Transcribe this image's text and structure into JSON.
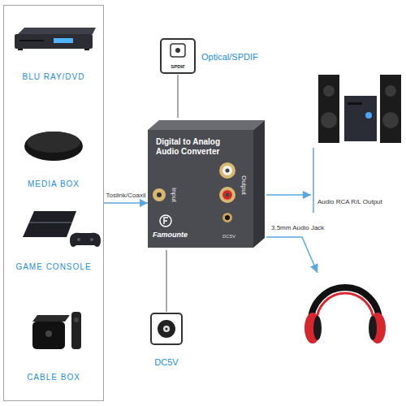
{
  "diagram": {
    "nodes": [
      {
        "text": [
          "BLU RAY/DVD",
          "MEDIA BOX",
          "GAME CONSOLE",
          "CABLE BOX"
        ]
      },
      {
        "text": [
          "Digital to Analog Audio Converter",
          "Input",
          "Output",
          "Famounte",
          "DC5V"
        ]
      }
    ],
    "edges": [
      {
        "from": 0,
        "to": 1,
        "label": "Toslink/Coaxil",
        "arrow": "to"
      }
    ],
    "labels": [
      "Optical/SPDIF",
      "SPDIF",
      "DC5V",
      "Audio RCA R/L Output",
      "3.5mm Audio Jack"
    ]
  }
}
